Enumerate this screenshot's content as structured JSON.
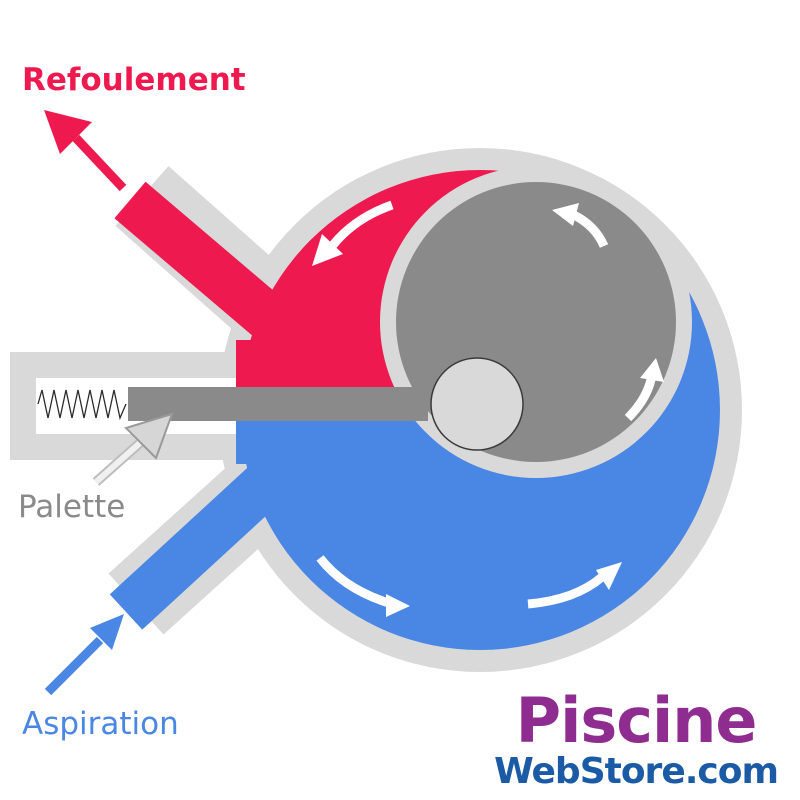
{
  "labels": {
    "discharge": "Refoulement",
    "vane": "Palette",
    "suction": "Aspiration"
  },
  "logo": {
    "line1": "Piscine",
    "line2": "WebStore.com"
  },
  "colors": {
    "discharge": "#ee1a4f",
    "suction": "#4a87e4",
    "rotor": "#8b8a8a",
    "casing": "#d9d9d9",
    "vane": "#8b8a8a",
    "vane_label": "#8a8a8a",
    "logo_line1": "#8f2c8f",
    "logo_line2": "#1b5ba6",
    "flow_arrows": "#ffffff"
  }
}
